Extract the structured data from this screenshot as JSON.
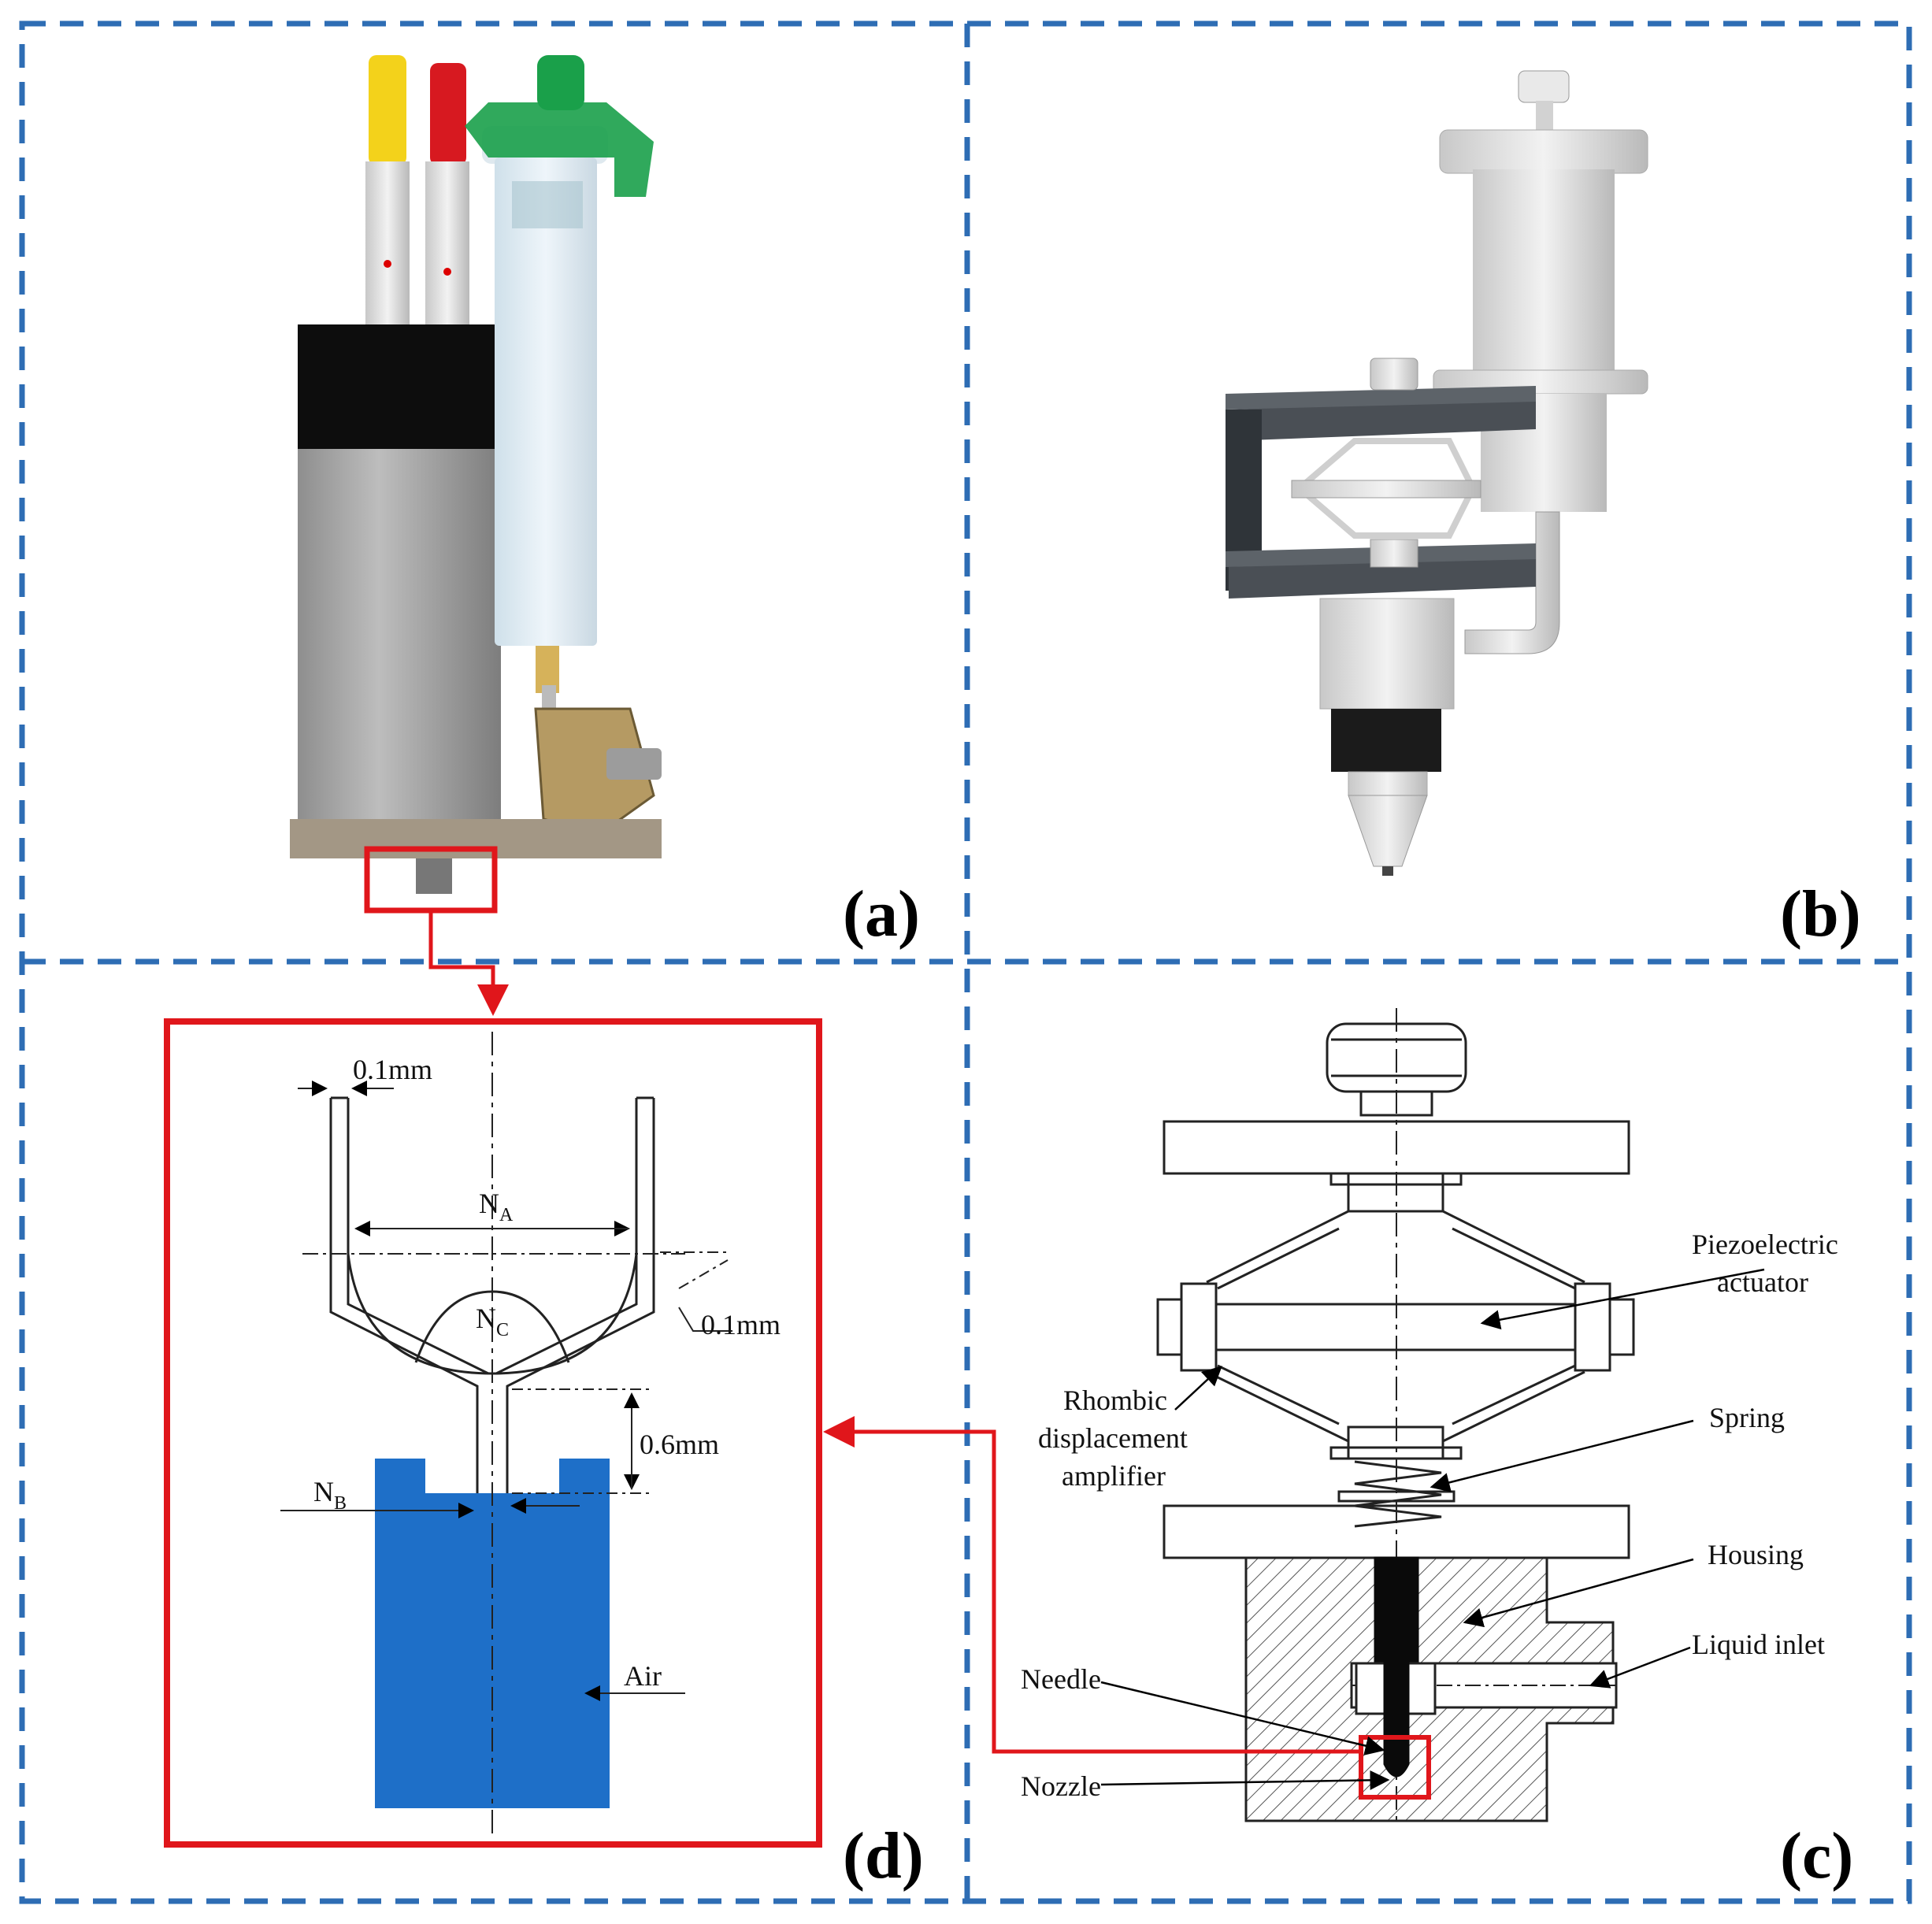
{
  "panels": {
    "a": {
      "label": "(a)"
    },
    "b": {
      "label": "(b)"
    },
    "c": {
      "label": "(c)"
    },
    "d": {
      "label": "(d)"
    }
  },
  "panel_c": {
    "labels": {
      "piezo_line1": "Piezoelectric",
      "piezo_line2": "actuator",
      "rhombic_line1": "Rhombic",
      "rhombic_line2": "displacement",
      "rhombic_line3": "amplifier",
      "spring": "Spring",
      "housing": "Housing",
      "liquid_inlet": "Liquid inlet",
      "needle": "Needle",
      "nozzle": "Nozzle"
    }
  },
  "panel_d": {
    "dim_top_wall": "0.1mm",
    "na_main": "N",
    "na_sub": "A",
    "nc_main": "N",
    "nc_sub": "C",
    "dim_side_wall": "0.1mm",
    "dim_height": "0.6mm",
    "nb_main": "N",
    "nb_sub": "B",
    "air": "Air"
  },
  "colors": {
    "dashed_border": "#2E6DB4",
    "highlight_red": "#E0161B",
    "air_blue": "#1E6FC8",
    "housing_hatch": "#555555",
    "syringe_green": "#1AA04A",
    "body_silver": "#A9A9A9"
  }
}
